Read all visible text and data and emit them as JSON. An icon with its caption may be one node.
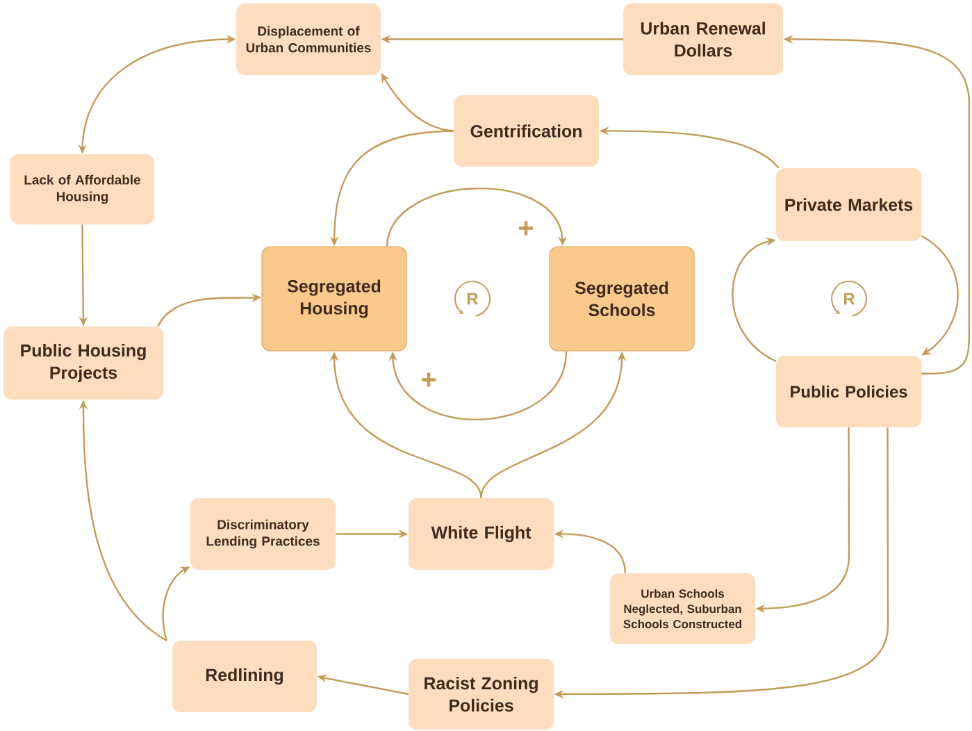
{
  "diagram": {
    "nodes": [
      {
        "text": [
          "Displacement of Urban Communities"
        ]
      },
      {
        "text": [
          "Urban Renewal Dollars"
        ]
      },
      {
        "text": [
          "Gentrification"
        ]
      },
      {
        "text": [
          "Lack of Affordable Housing"
        ]
      },
      {
        "text": [
          "Private Markets"
        ]
      },
      {
        "text": [
          "Segregated Housing"
        ]
      },
      {
        "text": [
          "Segregated Schools"
        ]
      },
      {
        "text": [
          "Public Housing Projects"
        ]
      },
      {
        "text": [
          "Public Policies"
        ]
      },
      {
        "text": [
          "Discriminatory Lending Practices"
        ]
      },
      {
        "text": [
          "White Flight"
        ]
      },
      {
        "text": [
          "Urban Schools Neglected, Suburban Schools Constructed"
        ]
      },
      {
        "text": [
          "Redlining"
        ]
      },
      {
        "text": [
          "Racist Zoning Policies"
        ]
      }
    ],
    "edges": [
      {
        "from": 1,
        "to": 0,
        "arrow": "to"
      },
      {
        "from": 0,
        "to": 3,
        "arrow": "both"
      },
      {
        "from": 2,
        "to": 0,
        "arrow": "to"
      },
      {
        "from": 2,
        "to": 5,
        "arrow": "to"
      },
      {
        "from": 4,
        "to": 2,
        "arrow": "to"
      },
      {
        "from": 5,
        "to": 6,
        "arrow": "to"
      },
      {
        "from": 6,
        "to": 5,
        "arrow": "to"
      },
      {
        "from": 3,
        "to": 7,
        "arrow": "to"
      },
      {
        "from": 7,
        "to": 5,
        "arrow": "to"
      },
      {
        "from": 8,
        "to": 4,
        "arrow": "to"
      },
      {
        "from": 4,
        "to": 8,
        "arrow": "to"
      },
      {
        "from": 8,
        "to": 1,
        "arrow": "to"
      },
      {
        "from": 8,
        "to": 11,
        "arrow": "to"
      },
      {
        "from": 8,
        "to": 13,
        "arrow": "to"
      },
      {
        "from": 10,
        "to": 5,
        "arrow": "to"
      },
      {
        "from": 10,
        "to": 6,
        "arrow": "to"
      },
      {
        "from": 9,
        "to": 10,
        "arrow": "to"
      },
      {
        "from": 11,
        "to": 10,
        "arrow": "to"
      },
      {
        "from": 13,
        "to": 12,
        "arrow": "to"
      },
      {
        "from": 12,
        "to": 9,
        "arrow": "to"
      },
      {
        "from": 12,
        "to": 7,
        "arrow": "to"
      }
    ],
    "labels": [
      "+",
      "+",
      "R",
      "R"
    ]
  }
}
